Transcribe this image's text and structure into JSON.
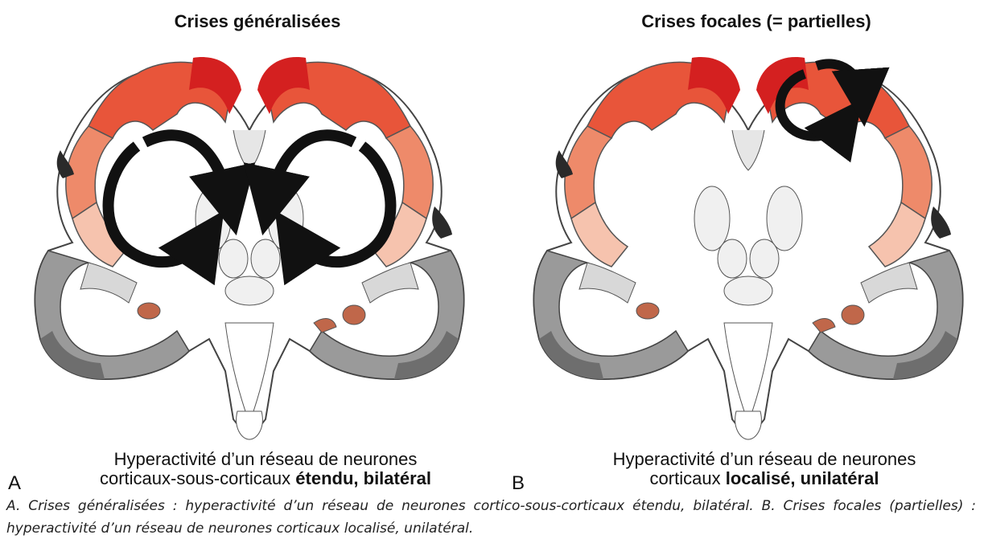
{
  "panel_a": {
    "title": "Crises généralisées",
    "letter": "A",
    "caption_line1": "Hyperactivité d’un réseau de neurones",
    "caption_line2_plain": "corticaux-sous-corticaux ",
    "caption_line2_bold": "étendu, bilatéral"
  },
  "panel_b": {
    "title": "Crises focales (= partielles)",
    "letter": "B",
    "caption_line1": "Hyperactivité d’un réseau de neurones",
    "caption_line2_plain": "corticaux ",
    "caption_line2_bold": "localisé, unilatéral"
  },
  "legend_text": "A. Crises généralisées : hyperactivité d’un réseau de neurones cortico-sous-corticaux étendu, bilatéral. B. Crises focales (partielles) : hyperactivité d’un réseau de neurones corticaux localisé, unilatéral.",
  "colors": {
    "cortex_red_dark": "#d42020",
    "cortex_red": "#e8553a",
    "cortex_salmon": "#ee8a6a",
    "cortex_pale": "#f6c3ae",
    "cortex_black": "#2a2a2a",
    "temporal_gray_dark": "#6e6e6e",
    "temporal_gray_mid": "#9a9a9a",
    "temporal_gray_light": "#d8d8d8",
    "nucleus_brown": "#c0674a",
    "arrow": "#111111"
  }
}
